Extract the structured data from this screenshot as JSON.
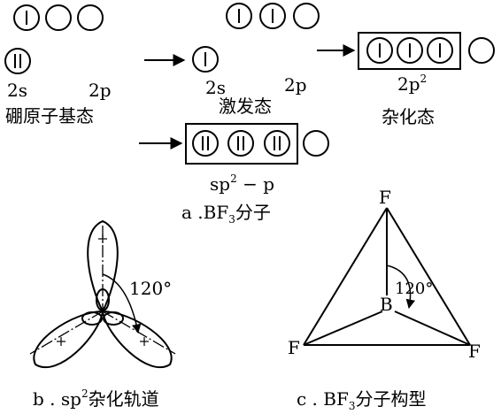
{
  "ground_state": {
    "s_label": "2s",
    "p_label": "2p",
    "title": "硼原子基态"
  },
  "excited_state": {
    "s_label": "2s",
    "p_label": "2p",
    "title": "激发态"
  },
  "hybrid_state": {
    "label_base": "2p",
    "label_sup": "2",
    "title": "杂化态"
  },
  "sp2p": {
    "base": "sp",
    "sup": "2",
    "tail": " − p"
  },
  "caption_a": {
    "prefix": "a .BF",
    "sub": "3",
    "suffix": "分子"
  },
  "fig_b": {
    "angle": "120°",
    "prefix": "b . sp",
    "sup": "2",
    "suffix": "杂化轨道"
  },
  "fig_c": {
    "atom_top": "F",
    "atom_left": "F",
    "atom_right": "F",
    "atom_center": "B",
    "angle": "120°",
    "prefix": "c . BF",
    "sub": "3",
    "suffix": "分子构型"
  }
}
